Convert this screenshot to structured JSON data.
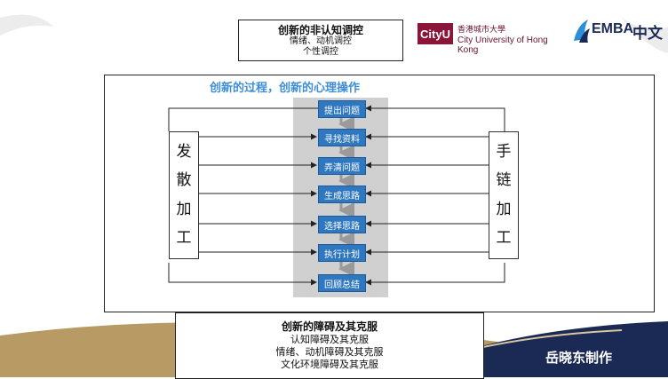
{
  "top_box": {
    "title": "创新的非认知调控",
    "line1": "情绪、动机调控",
    "line2": "个性调控"
  },
  "logos": {
    "cityu_badge": "CityU",
    "cityu_cn": "香港城市大學",
    "cityu_en": "City University of Hong Kong",
    "emba": "EMBA",
    "emba_cn": "中文"
  },
  "process": {
    "title": "创新的过程，创新的心理操作",
    "steps": [
      "提出问题",
      "寻找资料",
      "弄清问题",
      "生成思路",
      "选择思路",
      "执行计划",
      "回顾总结"
    ]
  },
  "left_box": {
    "chars": [
      "发",
      "散",
      "加",
      "工"
    ]
  },
  "right_box": {
    "chars": [
      "手",
      "链",
      "加",
      "工"
    ]
  },
  "bottom_box": {
    "title": "创新的障碍及其克服",
    "line1": "认知障碍及其克服",
    "line2": "情绪、动机障碍及其克服",
    "line3": "文化环境障碍及其克服"
  },
  "footer": {
    "maker": "岳晓东制作"
  },
  "colors": {
    "step_fill": "#2f78c0",
    "process_title": "#3e8ed6",
    "brand_cityu": "#8a1538",
    "footer_band": "#1b2a55",
    "footer_gold": "#b89b64"
  }
}
